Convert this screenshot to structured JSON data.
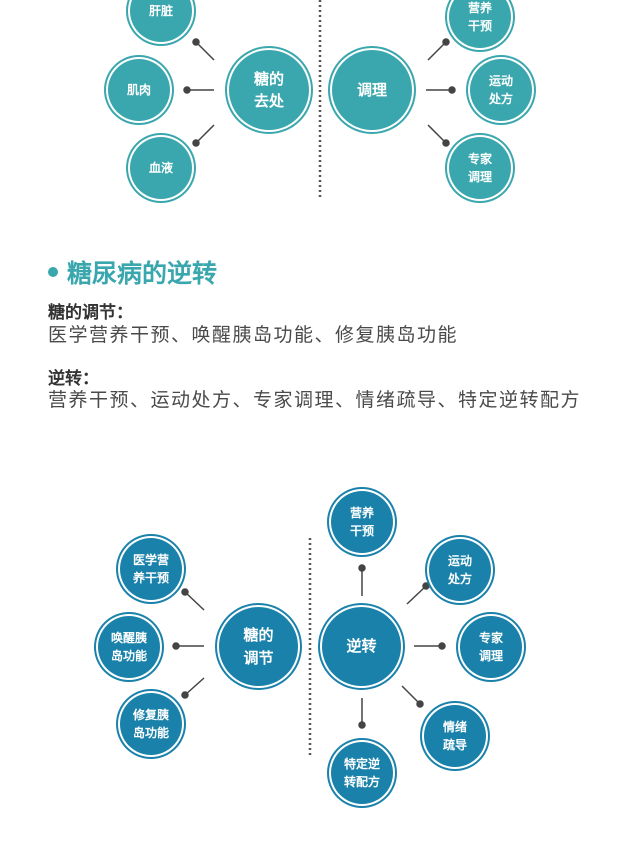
{
  "top_diagram": {
    "left_hub": "糖的\n去处",
    "left_nodes": [
      "肝脏",
      "肌肉",
      "血液"
    ],
    "right_hub": "调理",
    "right_nodes": [
      "营养\n干预",
      "运动\n处方",
      "专家\n调理"
    ]
  },
  "section": {
    "title": "糖尿病的逆转",
    "regulation_label": "糖的调节：",
    "regulation_text": "医学营养干预、唤醒胰岛功能、修复胰岛功能",
    "reversal_label": "逆转：",
    "reversal_text": "营养干预、运动处方、专家调理、情绪疏导、特定逆转配方"
  },
  "bottom_diagram": {
    "left_hub": "糖的\n调节",
    "left_nodes": [
      "医学营\n养干预",
      "唤醒胰\n岛功能",
      "修复胰\n岛功能"
    ],
    "right_hub": "逆转",
    "right_nodes": [
      "营养\n干预",
      "运动\n处方",
      "专家\n调理",
      "情绪\n疏导",
      "特定逆\n转配方"
    ]
  },
  "colors": {
    "teal": "#3aa7ae",
    "blue": "#1a82aa",
    "connector": "#555555"
  }
}
